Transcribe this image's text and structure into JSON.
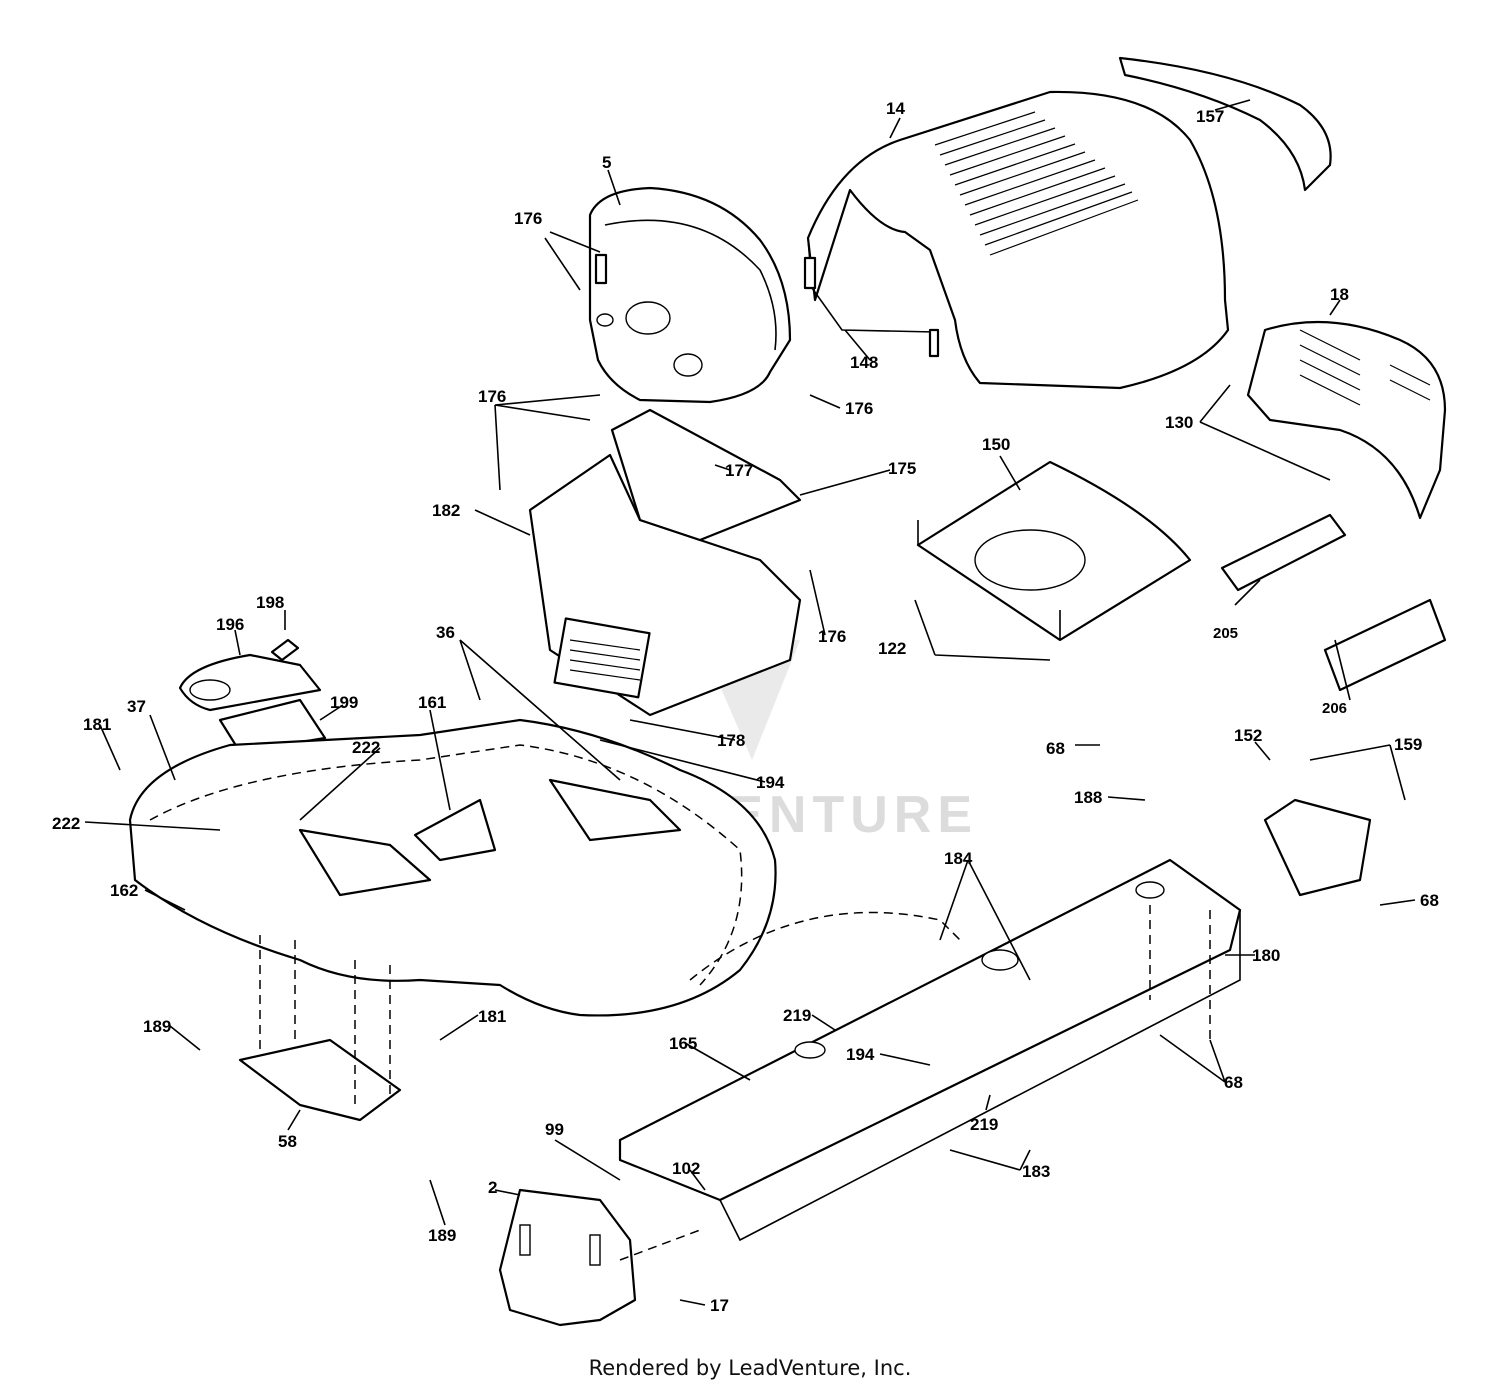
{
  "footer": "Rendered by LeadVenture, Inc.",
  "watermark": "LEADVENTURE",
  "labels": {
    "l14": "14",
    "l157": "157",
    "l5": "5",
    "l176a": "176",
    "l148": "148",
    "l18": "18",
    "l176b": "176",
    "l176c": "176",
    "l130": "130",
    "l177": "177",
    "l175": "175",
    "l150": "150",
    "l182": "182",
    "l205": "205",
    "l176d": "176",
    "l122": "122",
    "l206": "206",
    "l198": "198",
    "l196": "196",
    "l36": "36",
    "l199": "199",
    "l161": "161",
    "l37": "37",
    "l181a": "181",
    "l222a": "222",
    "l178": "178",
    "l68a": "68",
    "l152": "152",
    "l159": "159",
    "l194a": "194",
    "l188": "188",
    "l222b": "222",
    "l184": "184",
    "l68b": "68",
    "l162": "162",
    "l180": "180",
    "l181b": "181",
    "l219a": "219",
    "l189a": "189",
    "l165": "165",
    "l194b": "194",
    "l68c": "68",
    "l58": "58",
    "l219b": "219",
    "l99": "99",
    "l102": "102",
    "l183": "183",
    "l2": "2",
    "l189b": "189",
    "l17": "17"
  }
}
